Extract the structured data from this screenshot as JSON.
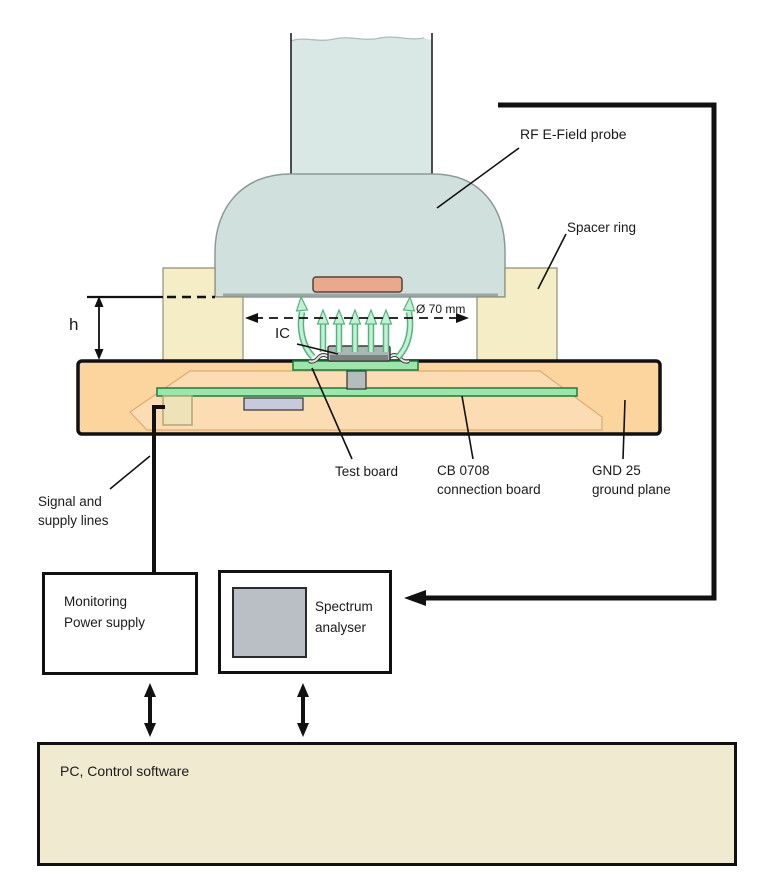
{
  "diagram": {
    "title_hint": "RF E-field probe test setup diagram",
    "labels": {
      "rf_probe": "RF E-Field probe",
      "spacer_ring": "Spacer ring",
      "height": "h",
      "diameter": "Ø 70 mm",
      "ic": "IC",
      "test_board": "Test board",
      "cb_line1": "CB 0708",
      "cb_line2": "connection board",
      "gnd_line1": "GND 25",
      "gnd_line2": "ground plane",
      "signal_line1": "Signal and",
      "signal_line2": "supply lines"
    },
    "boxes": {
      "monitoring_line1": "Monitoring",
      "monitoring_line2": "Power supply",
      "spectrum_line1": "Spectrum",
      "spectrum_line2": "analyser",
      "pc": "PC, Control software"
    },
    "colors": {
      "probe_body": "#cfe0dd",
      "probe_shaft": "#d9e8e5",
      "probe_plate": "#e9a98b",
      "spacer": "#f4edc6",
      "ground_plane": "#fbd49e",
      "ground_cavity": "#fcdcb2",
      "pcb_green": "#9ce6ac",
      "field_arrow_green": "#c2f0d4",
      "field_arrow_outline": "#57b27f",
      "ic_gray": "#aab6b2",
      "screen_gray": "#b9bfc5",
      "pc_box": "#f0ead0",
      "line_black": "#111111",
      "lavender_component": "#c9c9dd",
      "cream_component": "#eee3b8"
    }
  }
}
